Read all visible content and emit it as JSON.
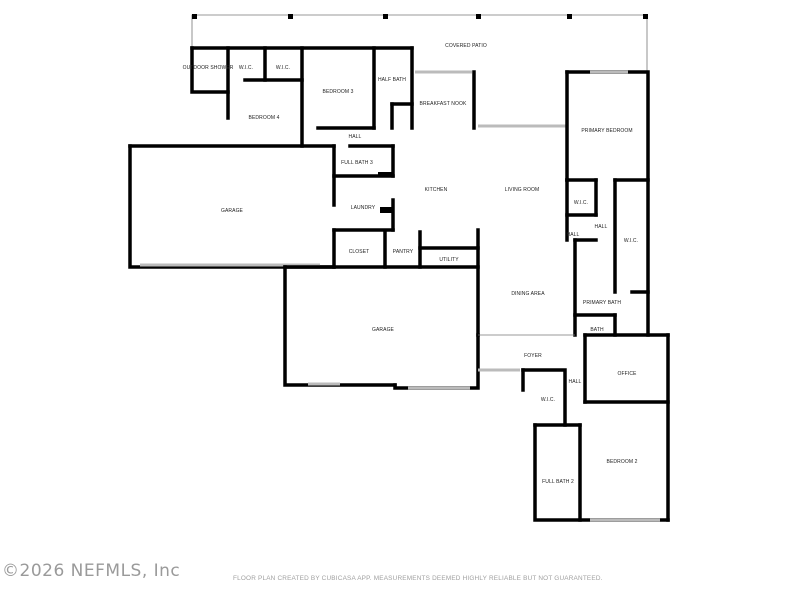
{
  "rooms": {
    "covered_patio": "COVERED PATIO",
    "outdoor_shower": "OUTDOOR SHOWER",
    "wic_1": "W.I.C.",
    "wic_2": "W.I.C.",
    "bedroom_3": "BEDROOM 3",
    "half_bath": "HALF BATH",
    "breakfast_nook": "BREAKFAST NOOK",
    "bedroom_4": "BEDROOM 4",
    "hall_1": "HALL",
    "full_bath_3": "FULL BATH 3",
    "garage_1": "GARAGE",
    "laundry": "LAUNDRY",
    "kitchen": "KITCHEN",
    "living_room": "LIVING ROOM",
    "primary_bedroom": "PRIMARY BEDROOM",
    "wic_3": "W.I.C.",
    "hall_2": "HALL",
    "hall_3": "HALL",
    "wic_4": "W.I.C.",
    "closet": "CLOSET",
    "pantry": "PANTRY",
    "utility": "UTILITY",
    "dining_area": "DINING AREA",
    "primary_bath": "PRIMARY BATH",
    "bath": "BATH",
    "garage_2": "GARAGE",
    "foyer": "FOYER",
    "office": "OFFICE",
    "hall_4": "HALL",
    "wic_5": "W.I.C.",
    "bedroom_2": "BEDROOM 2",
    "full_bath_2": "FULL BATH 2"
  },
  "watermark": "©2026 NEFMLS, Inc",
  "disclaimer": "FLOOR PLAN CREATED BY CUBICASA APP. MEASUREMENTS DEEMED HIGHLY RELIABLE BUT NOT GUARANTEED."
}
